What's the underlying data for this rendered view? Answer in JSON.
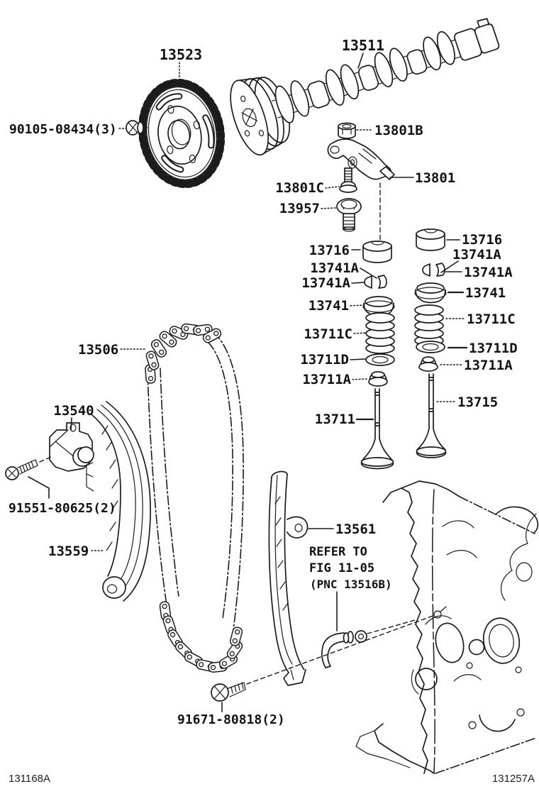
{
  "diagram_colors": {
    "line": "#1c1c1c",
    "background": "#ffffff"
  },
  "parts": {
    "p13523": "13523",
    "p13511": "13511",
    "p90105": "90105-08434(3)",
    "p13801B": "13801B",
    "p13801": "13801",
    "p13801C": "13801C",
    "p13957": "13957",
    "p13716": "13716",
    "p13741A": "13741A",
    "p13741": "13741",
    "p13711C": "13711C",
    "p13711D": "13711D",
    "p13711A": "13711A",
    "p13711": "13711",
    "p13715": "13715",
    "p13506": "13506",
    "p13540": "13540",
    "p91551": "91551-80625(2)",
    "p13559": "13559",
    "p13561": "13561",
    "p91671": "91671-80818(2)"
  },
  "note": {
    "line1": "REFER TO",
    "line2": "FIG 11-05",
    "line3": "(PNC 13516B)"
  },
  "footer": {
    "left_id": "131168A",
    "right_id": "131257A"
  }
}
